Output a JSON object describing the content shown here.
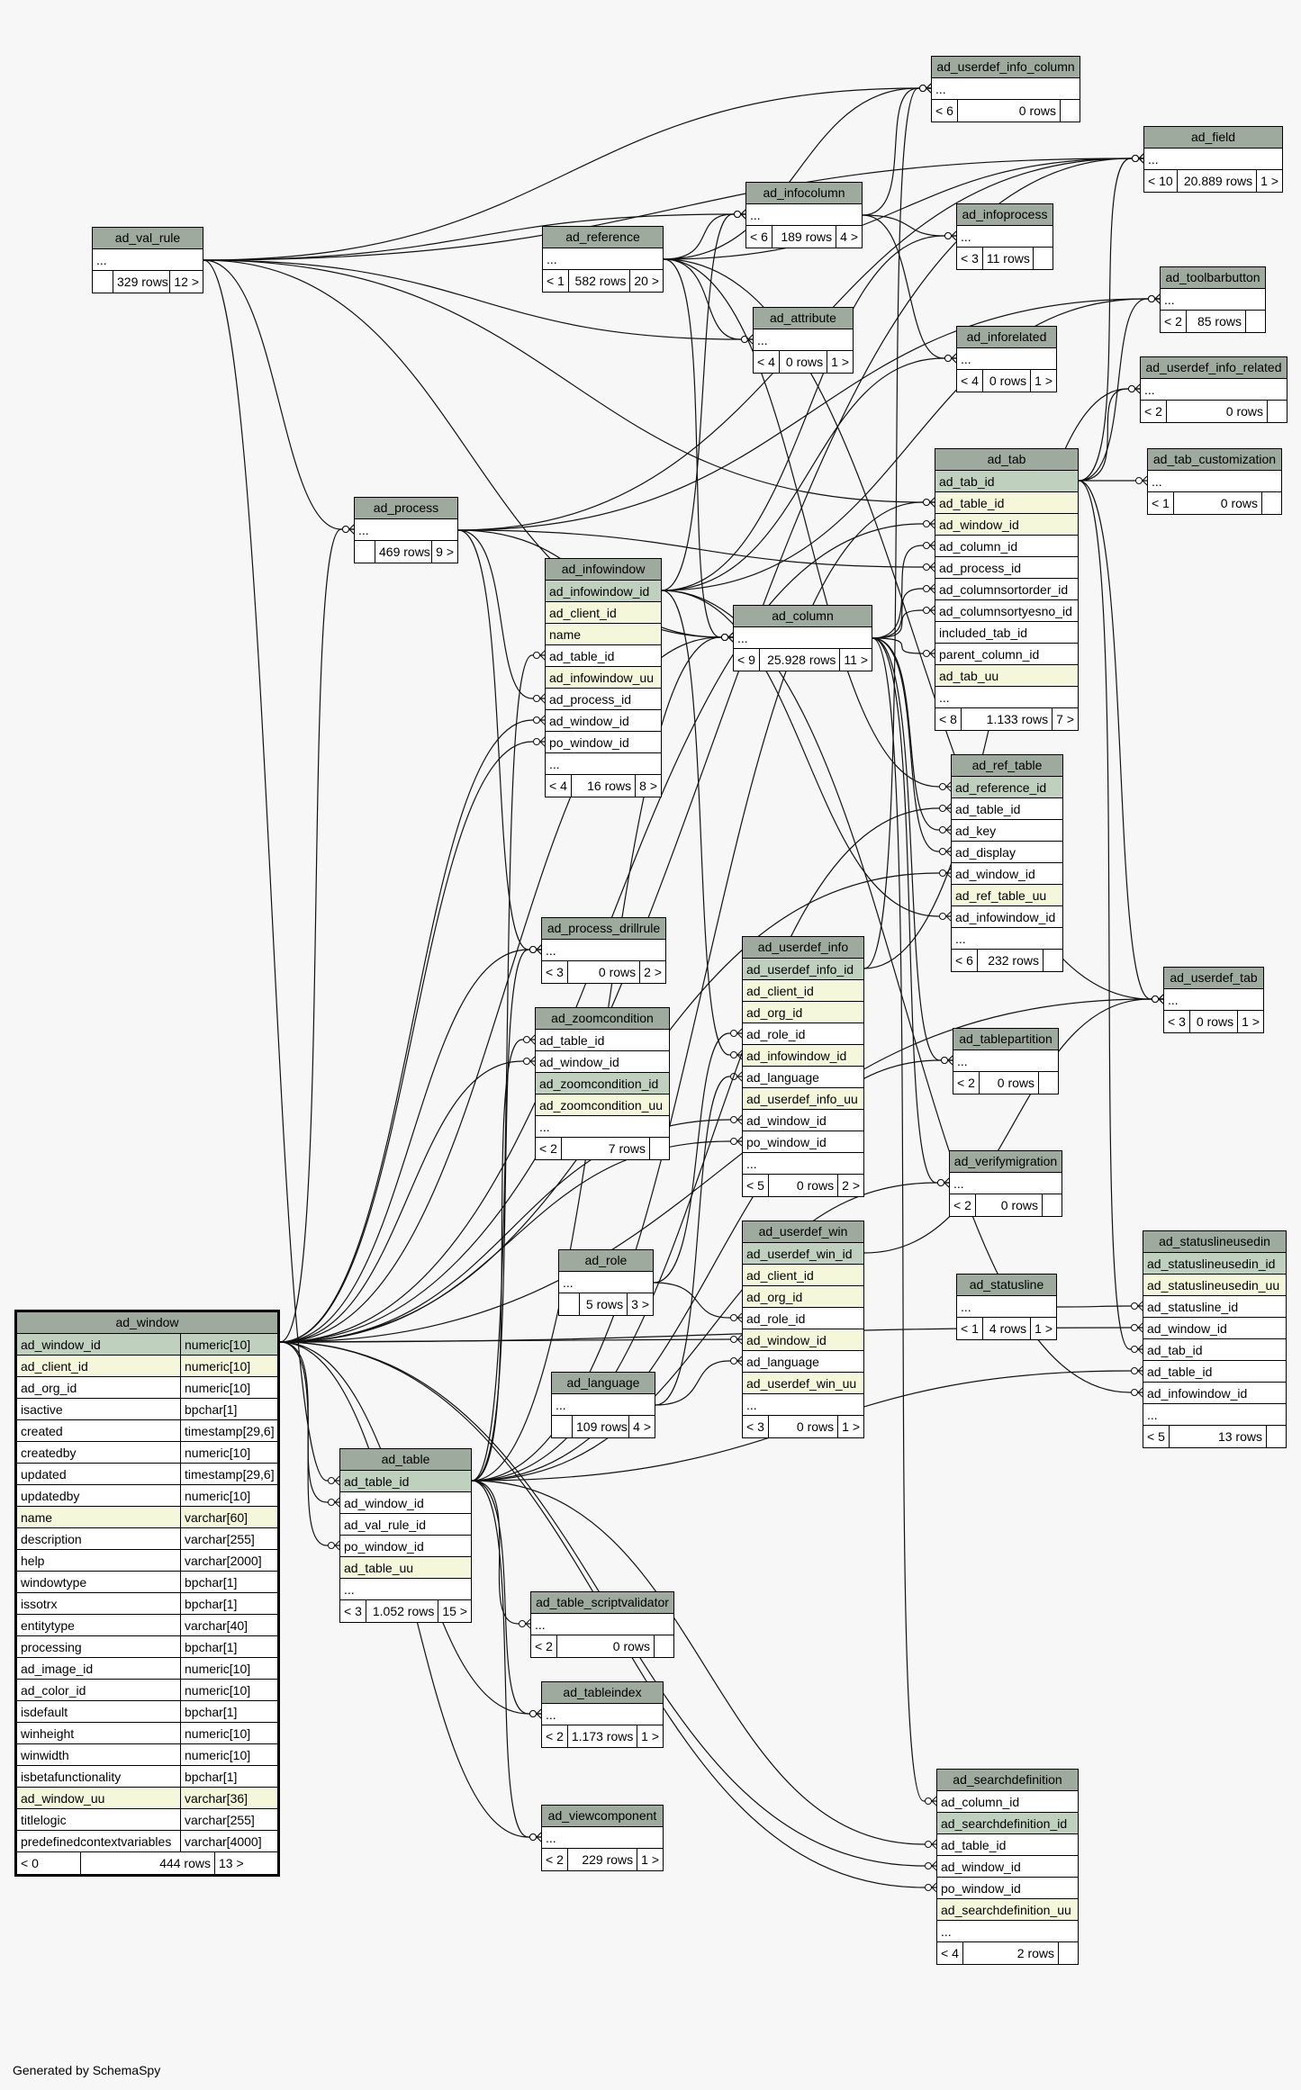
{
  "footer": "Generated by SchemaSpy",
  "tables": [
    {
      "id": "ad_window",
      "focus": true,
      "cols": [
        {
          "n": "ad_window_id",
          "t": "numeric[10]",
          "k": "pk"
        },
        {
          "n": "ad_client_id",
          "t": "numeric[10]",
          "k": "idx"
        },
        {
          "n": "ad_org_id",
          "t": "numeric[10]"
        },
        {
          "n": "isactive",
          "t": "bpchar[1]"
        },
        {
          "n": "created",
          "t": "timestamp[29,6]"
        },
        {
          "n": "createdby",
          "t": "numeric[10]"
        },
        {
          "n": "updated",
          "t": "timestamp[29,6]"
        },
        {
          "n": "updatedby",
          "t": "numeric[10]"
        },
        {
          "n": "name",
          "t": "varchar[60]",
          "k": "idx"
        },
        {
          "n": "description",
          "t": "varchar[255]"
        },
        {
          "n": "help",
          "t": "varchar[2000]"
        },
        {
          "n": "windowtype",
          "t": "bpchar[1]"
        },
        {
          "n": "issotrx",
          "t": "bpchar[1]"
        },
        {
          "n": "entitytype",
          "t": "varchar[40]"
        },
        {
          "n": "processing",
          "t": "bpchar[1]"
        },
        {
          "n": "ad_image_id",
          "t": "numeric[10]"
        },
        {
          "n": "ad_color_id",
          "t": "numeric[10]"
        },
        {
          "n": "isdefault",
          "t": "bpchar[1]"
        },
        {
          "n": "winheight",
          "t": "numeric[10]"
        },
        {
          "n": "winwidth",
          "t": "numeric[10]"
        },
        {
          "n": "isbetafunctionality",
          "t": "bpchar[1]"
        },
        {
          "n": "ad_window_uu",
          "t": "varchar[36]",
          "k": "idx"
        },
        {
          "n": "titlelogic",
          "t": "varchar[255]"
        },
        {
          "n": "predefinedcontextvariables",
          "t": "varchar[4000]"
        }
      ],
      "stats": [
        "< 0",
        "444 rows",
        "13 >"
      ]
    },
    {
      "id": "ad_userdef_info_column",
      "cols": [
        {
          "n": "..."
        }
      ],
      "stats": [
        "< 6",
        "0 rows",
        ""
      ]
    },
    {
      "id": "ad_field",
      "cols": [
        {
          "n": "..."
        }
      ],
      "stats": [
        "< 10",
        "20.889 rows",
        "1 >"
      ]
    },
    {
      "id": "ad_val_rule",
      "cols": [
        {
          "n": "..."
        }
      ],
      "stats": [
        "",
        "329 rows",
        "12 >"
      ]
    },
    {
      "id": "ad_reference",
      "cols": [
        {
          "n": "..."
        }
      ],
      "stats": [
        "< 1",
        "582 rows",
        "20 >"
      ]
    },
    {
      "id": "ad_infocolumn",
      "cols": [
        {
          "n": "..."
        }
      ],
      "stats": [
        "< 6",
        "189 rows",
        "4 >"
      ]
    },
    {
      "id": "ad_infoprocess",
      "cols": [
        {
          "n": "..."
        }
      ],
      "stats": [
        "< 3",
        "11 rows",
        ""
      ]
    },
    {
      "id": "ad_toolbarbutton",
      "cols": [
        {
          "n": "..."
        }
      ],
      "stats": [
        "< 2",
        "85 rows",
        ""
      ]
    },
    {
      "id": "ad_attribute",
      "cols": [
        {
          "n": "..."
        }
      ],
      "stats": [
        "< 4",
        "0 rows",
        "1 >"
      ]
    },
    {
      "id": "ad_inforelated",
      "cols": [
        {
          "n": "..."
        }
      ],
      "stats": [
        "< 4",
        "0 rows",
        "1 >"
      ]
    },
    {
      "id": "ad_userdef_info_related",
      "cols": [
        {
          "n": "..."
        }
      ],
      "stats": [
        "< 2",
        "0 rows",
        ""
      ]
    },
    {
      "id": "ad_tab",
      "cols": [
        {
          "n": "ad_tab_id",
          "k": "pk"
        },
        {
          "n": "ad_table_id",
          "k": "idx"
        },
        {
          "n": "ad_window_id",
          "k": "idx"
        },
        {
          "n": "ad_column_id"
        },
        {
          "n": "ad_process_id"
        },
        {
          "n": "ad_columnsortorder_id"
        },
        {
          "n": "ad_columnsortyesno_id"
        },
        {
          "n": "included_tab_id"
        },
        {
          "n": "parent_column_id"
        },
        {
          "n": "ad_tab_uu",
          "k": "idx"
        },
        {
          "n": "..."
        }
      ],
      "stats": [
        "< 8",
        "1.133 rows",
        "7 >"
      ]
    },
    {
      "id": "ad_tab_customization",
      "cols": [
        {
          "n": "..."
        }
      ],
      "stats": [
        "< 1",
        "0 rows",
        ""
      ]
    },
    {
      "id": "ad_process",
      "cols": [
        {
          "n": "..."
        }
      ],
      "stats": [
        "",
        "469 rows",
        "9 >"
      ]
    },
    {
      "id": "ad_infowindow",
      "cols": [
        {
          "n": "ad_infowindow_id",
          "k": "pk"
        },
        {
          "n": "ad_client_id",
          "k": "idx"
        },
        {
          "n": "name",
          "k": "idx"
        },
        {
          "n": "ad_table_id"
        },
        {
          "n": "ad_infowindow_uu",
          "k": "idx"
        },
        {
          "n": "ad_process_id"
        },
        {
          "n": "ad_window_id"
        },
        {
          "n": "po_window_id"
        },
        {
          "n": "..."
        }
      ],
      "stats": [
        "< 4",
        "16 rows",
        "8 >"
      ]
    },
    {
      "id": "ad_column",
      "cols": [
        {
          "n": "..."
        }
      ],
      "stats": [
        "< 9",
        "25.928 rows",
        "11 >"
      ]
    },
    {
      "id": "ad_ref_table",
      "cols": [
        {
          "n": "ad_reference_id",
          "k": "pk"
        },
        {
          "n": "ad_table_id"
        },
        {
          "n": "ad_key"
        },
        {
          "n": "ad_display"
        },
        {
          "n": "ad_window_id"
        },
        {
          "n": "ad_ref_table_uu",
          "k": "idx"
        },
        {
          "n": "ad_infowindow_id"
        },
        {
          "n": "..."
        }
      ],
      "stats": [
        "< 6",
        "232 rows",
        ""
      ]
    },
    {
      "id": "ad_process_drillrule",
      "cols": [
        {
          "n": "..."
        }
      ],
      "stats": [
        "< 3",
        "0 rows",
        "2 >"
      ]
    },
    {
      "id": "ad_userdef_info",
      "cols": [
        {
          "n": "ad_userdef_info_id",
          "k": "pk"
        },
        {
          "n": "ad_client_id",
          "k": "idx"
        },
        {
          "n": "ad_org_id",
          "k": "idx"
        },
        {
          "n": "ad_role_id"
        },
        {
          "n": "ad_infowindow_id",
          "k": "idx"
        },
        {
          "n": "ad_language"
        },
        {
          "n": "ad_userdef_info_uu",
          "k": "idx"
        },
        {
          "n": "ad_window_id"
        },
        {
          "n": "po_window_id"
        },
        {
          "n": "..."
        }
      ],
      "stats": [
        "< 5",
        "0 rows",
        "2 >"
      ]
    },
    {
      "id": "ad_userdef_tab",
      "cols": [
        {
          "n": "..."
        }
      ],
      "stats": [
        "< 3",
        "0 rows",
        "1 >"
      ]
    },
    {
      "id": "ad_zoomcondition",
      "cols": [
        {
          "n": "ad_table_id"
        },
        {
          "n": "ad_window_id"
        },
        {
          "n": "ad_zoomcondition_id",
          "k": "pk"
        },
        {
          "n": "ad_zoomcondition_uu",
          "k": "idx"
        },
        {
          "n": "..."
        }
      ],
      "stats": [
        "< 2",
        "7 rows",
        ""
      ]
    },
    {
      "id": "ad_tablepartition",
      "cols": [
        {
          "n": "..."
        }
      ],
      "stats": [
        "< 2",
        "0 rows",
        ""
      ]
    },
    {
      "id": "ad_verifymigration",
      "cols": [
        {
          "n": "..."
        }
      ],
      "stats": [
        "< 2",
        "0 rows",
        ""
      ]
    },
    {
      "id": "ad_role",
      "cols": [
        {
          "n": "..."
        }
      ],
      "stats": [
        "",
        "5 rows",
        "3 >"
      ]
    },
    {
      "id": "ad_userdef_win",
      "cols": [
        {
          "n": "ad_userdef_win_id",
          "k": "pk"
        },
        {
          "n": "ad_client_id",
          "k": "idx"
        },
        {
          "n": "ad_org_id",
          "k": "idx"
        },
        {
          "n": "ad_role_id"
        },
        {
          "n": "ad_window_id",
          "k": "idx"
        },
        {
          "n": "ad_language"
        },
        {
          "n": "ad_userdef_win_uu",
          "k": "idx"
        },
        {
          "n": "..."
        }
      ],
      "stats": [
        "< 3",
        "0 rows",
        "1 >"
      ]
    },
    {
      "id": "ad_statusline",
      "cols": [
        {
          "n": "..."
        }
      ],
      "stats": [
        "< 1",
        "4 rows",
        "1 >"
      ]
    },
    {
      "id": "ad_statuslineusedin",
      "cols": [
        {
          "n": "ad_statuslineusedin_id",
          "k": "pk"
        },
        {
          "n": "ad_statuslineusedin_uu",
          "k": "idx"
        },
        {
          "n": "ad_statusline_id"
        },
        {
          "n": "ad_window_id"
        },
        {
          "n": "ad_tab_id"
        },
        {
          "n": "ad_table_id"
        },
        {
          "n": "ad_infowindow_id"
        },
        {
          "n": "..."
        }
      ],
      "stats": [
        "< 5",
        "13 rows",
        ""
      ]
    },
    {
      "id": "ad_language",
      "cols": [
        {
          "n": "..."
        }
      ],
      "stats": [
        "",
        "109 rows",
        "4 >"
      ]
    },
    {
      "id": "ad_table",
      "cols": [
        {
          "n": "ad_table_id",
          "k": "pk"
        },
        {
          "n": "ad_window_id"
        },
        {
          "n": "ad_val_rule_id"
        },
        {
          "n": "po_window_id"
        },
        {
          "n": "ad_table_uu",
          "k": "idx"
        },
        {
          "n": "..."
        }
      ],
      "stats": [
        "< 3",
        "1.052 rows",
        "15 >"
      ]
    },
    {
      "id": "ad_table_scriptvalidator",
      "cols": [
        {
          "n": "..."
        }
      ],
      "stats": [
        "< 2",
        "0 rows",
        ""
      ]
    },
    {
      "id": "ad_tableindex",
      "cols": [
        {
          "n": "..."
        }
      ],
      "stats": [
        "< 2",
        "1.173 rows",
        "1 >"
      ]
    },
    {
      "id": "ad_searchdefinition",
      "cols": [
        {
          "n": "ad_column_id"
        },
        {
          "n": "ad_searchdefinition_id",
          "k": "pk"
        },
        {
          "n": "ad_table_id"
        },
        {
          "n": "ad_window_id"
        },
        {
          "n": "po_window_id"
        },
        {
          "n": "ad_searchdefinition_uu",
          "k": "idx"
        },
        {
          "n": "..."
        }
      ],
      "stats": [
        "< 4",
        "2 rows",
        ""
      ]
    },
    {
      "id": "ad_viewcomponent",
      "cols": [
        {
          "n": "..."
        }
      ],
      "stats": [
        "< 2",
        "229 rows",
        "1 >"
      ]
    }
  ],
  "relations": [
    [
      "ad_val_rule",
      "ad_userdef_info_column",
      0
    ],
    [
      "ad_val_rule",
      "ad_field",
      0
    ],
    [
      "ad_val_rule",
      "ad_infocolumn",
      0
    ],
    [
      "ad_val_rule",
      "ad_attribute",
      0
    ],
    [
      "ad_val_rule",
      "ad_tab",
      1
    ],
    [
      "ad_val_rule",
      "ad_column",
      0
    ],
    [
      "ad_val_rule",
      "ad_process",
      0
    ],
    [
      "ad_val_rule",
      "ad_table",
      0
    ],
    [
      "ad_reference",
      "ad_userdef_info_column",
      0
    ],
    [
      "ad_reference",
      "ad_field",
      0
    ],
    [
      "ad_reference",
      "ad_infocolumn",
      0
    ],
    [
      "ad_reference",
      "ad_attribute",
      0
    ],
    [
      "ad_reference",
      "ad_column",
      0
    ],
    [
      "ad_reference",
      "ad_ref_table",
      0
    ],
    [
      "ad_reference",
      "ad_userdef_tab",
      0
    ],
    [
      "ad_infocolumn",
      "ad_infoprocess",
      0
    ],
    [
      "ad_infocolumn",
      "ad_inforelated",
      0
    ],
    [
      "ad_infocolumn",
      "ad_userdef_info_column",
      0
    ],
    [
      "ad_process",
      "ad_field",
      0
    ],
    [
      "ad_process",
      "ad_toolbarbutton",
      0
    ],
    [
      "ad_process",
      "ad_tab",
      4
    ],
    [
      "ad_process",
      "ad_infowindow",
      5
    ],
    [
      "ad_process",
      "ad_column",
      0
    ],
    [
      "ad_process",
      "ad_process_drillrule",
      0
    ],
    [
      "ad_infowindow",
      "ad_infocolumn",
      0
    ],
    [
      "ad_infowindow",
      "ad_infoprocess",
      0
    ],
    [
      "ad_infowindow",
      "ad_inforelated",
      0
    ],
    [
      "ad_infowindow",
      "ad_ref_table",
      6
    ],
    [
      "ad_infowindow",
      "ad_userdef_info",
      4
    ],
    [
      "ad_infowindow",
      "ad_statuslineusedin",
      6
    ],
    [
      "ad_infowindow",
      "ad_toolbarbutton",
      0
    ],
    [
      "ad_column",
      "ad_tab",
      3
    ],
    [
      "ad_column",
      "ad_tab",
      5
    ],
    [
      "ad_column",
      "ad_tab",
      6
    ],
    [
      "ad_column",
      "ad_tab",
      8
    ],
    [
      "ad_column",
      "ad_ref_table",
      2
    ],
    [
      "ad_column",
      "ad_ref_table",
      3
    ],
    [
      "ad_column",
      "ad_tablepartition",
      0
    ],
    [
      "ad_column",
      "ad_verifymigration",
      0
    ],
    [
      "ad_column",
      "ad_searchdefinition",
      0
    ],
    [
      "ad_tab",
      "ad_field",
      0
    ],
    [
      "ad_tab",
      "ad_toolbarbutton",
      0
    ],
    [
      "ad_tab",
      "ad_userdef_info_related",
      0
    ],
    [
      "ad_tab",
      "ad_tab_customization",
      0
    ],
    [
      "ad_tab",
      "ad_userdef_tab",
      0
    ],
    [
      "ad_tab",
      "ad_statuslineusedin",
      4
    ],
    [
      "ad_userdef_info",
      "ad_userdef_info_column",
      0
    ],
    [
      "ad_userdef_info",
      "ad_userdef_info_related",
      0
    ],
    [
      "ad_role",
      "ad_userdef_info",
      3
    ],
    [
      "ad_role",
      "ad_userdef_win",
      3
    ],
    [
      "ad_language",
      "ad_userdef_info",
      5
    ],
    [
      "ad_language",
      "ad_userdef_win",
      5
    ],
    [
      "ad_userdef_win",
      "ad_userdef_tab",
      0
    ],
    [
      "ad_statusline",
      "ad_statuslineusedin",
      2
    ],
    [
      "ad_table",
      "ad_tab",
      1
    ],
    [
      "ad_table",
      "ad_infowindow",
      3
    ],
    [
      "ad_table",
      "ad_column",
      0
    ],
    [
      "ad_table",
      "ad_ref_table",
      1
    ],
    [
      "ad_table",
      "ad_zoomcondition",
      0
    ],
    [
      "ad_table",
      "ad_process_drillrule",
      0
    ],
    [
      "ad_table",
      "ad_table_scriptvalidator",
      0
    ],
    [
      "ad_table",
      "ad_tableindex",
      0
    ],
    [
      "ad_table",
      "ad_viewcomponent",
      0
    ],
    [
      "ad_table",
      "ad_searchdefinition",
      2
    ],
    [
      "ad_table",
      "ad_statuslineusedin",
      5
    ],
    [
      "ad_table",
      "ad_tablepartition",
      0
    ],
    [
      "ad_table",
      "ad_verifymigration",
      0
    ],
    [
      "ad_window",
      "ad_tab",
      2
    ],
    [
      "ad_window",
      "ad_infowindow",
      6
    ],
    [
      "ad_window",
      "ad_infowindow",
      7
    ],
    [
      "ad_window",
      "ad_ref_table",
      4
    ],
    [
      "ad_window",
      "ad_process_drillrule",
      0
    ],
    [
      "ad_window",
      "ad_zoomcondition",
      1
    ],
    [
      "ad_window",
      "ad_userdef_info",
      7
    ],
    [
      "ad_window",
      "ad_userdef_info",
      8
    ],
    [
      "ad_window",
      "ad_userdef_win",
      4
    ],
    [
      "ad_window",
      "ad_statuslineusedin",
      3
    ],
    [
      "ad_window",
      "ad_table",
      1
    ],
    [
      "ad_window",
      "ad_table",
      3
    ],
    [
      "ad_window",
      "ad_searchdefinition",
      3
    ],
    [
      "ad_window",
      "ad_searchdefinition",
      4
    ],
    [
      "ad_window",
      "ad_field",
      0
    ],
    [
      "ad_window",
      "ad_process",
      0
    ],
    [
      "ad_window",
      "ad_column",
      0
    ],
    [
      "ad_window",
      "ad_viewcomponent",
      0
    ],
    [
      "ad_window",
      "ad_userdef_tab",
      0
    ],
    [
      "ad_window",
      "ad_tableindex",
      0
    ]
  ]
}
